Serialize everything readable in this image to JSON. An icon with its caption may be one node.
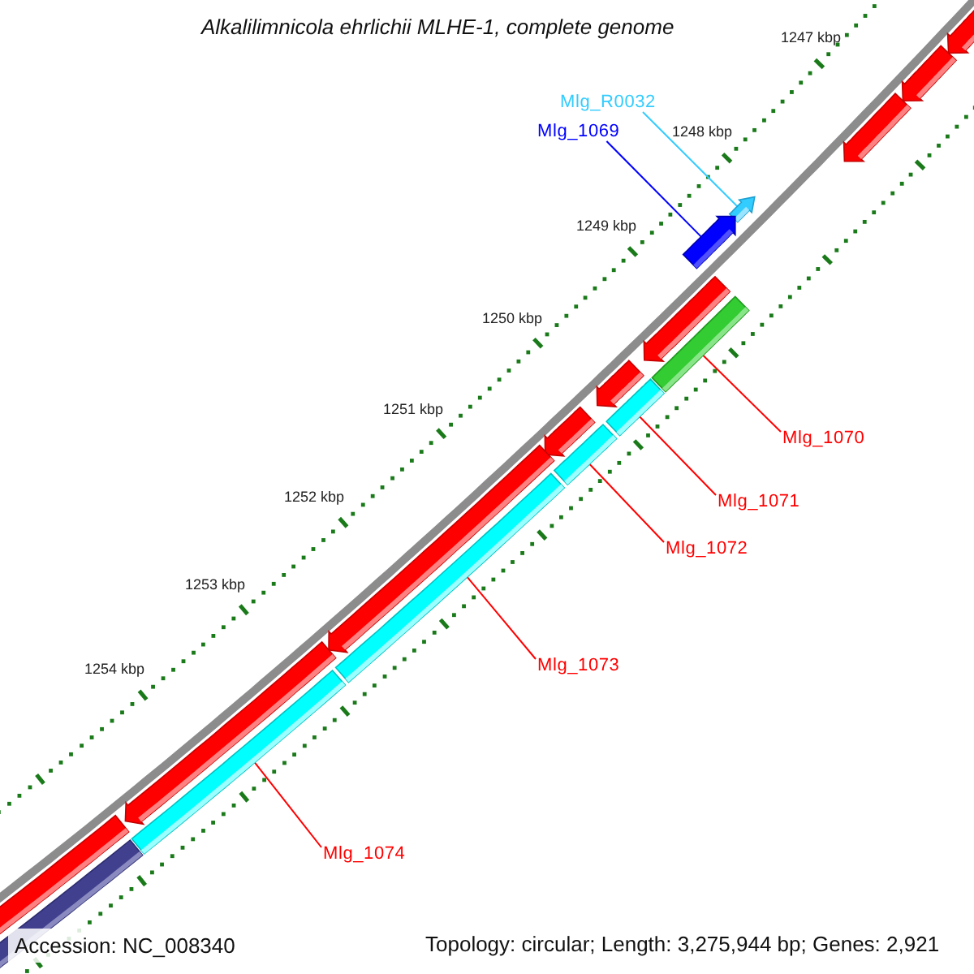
{
  "diagram": {
    "title": "Alkalilimnicola ehrlichii MLHE-1, complete genome",
    "nodes": [
      {
        "text": [
          "Mlg_R0032"
        ]
      },
      {
        "text": [
          "Mlg_1069"
        ]
      },
      {
        "text": [
          "Mlg_1070"
        ]
      },
      {
        "text": [
          "Mlg_1071"
        ]
      },
      {
        "text": [
          "Mlg_1072"
        ]
      },
      {
        "text": [
          "Mlg_1073"
        ]
      },
      {
        "text": [
          "Mlg_1074"
        ]
      },
      {
        "text": [],
        "shape": "arrow"
      },
      {
        "text": [],
        "shape": "arrow"
      },
      {
        "text": [],
        "shape": "bar"
      },
      {
        "text": [],
        "shape": "bar"
      },
      {
        "text": [],
        "shape": "bar"
      },
      {
        "text": [],
        "shape": "bar"
      },
      {
        "text": [],
        "shape": "bar"
      }
    ],
    "edges": [
      {
        "from": 0,
        "to": 7,
        "arrow": "none",
        "color": "#33ccff"
      },
      {
        "from": 1,
        "to": 8,
        "arrow": "none",
        "color": "#0000ff"
      },
      {
        "from": 2,
        "to": 9,
        "arrow": "none"
      },
      {
        "from": 3,
        "to": 10,
        "arrow": "none"
      },
      {
        "from": 4,
        "to": 11,
        "arrow": "none"
      },
      {
        "from": 5,
        "to": 12,
        "arrow": "none"
      },
      {
        "from": 6,
        "to": 13,
        "arrow": "none"
      }
    ],
    "labels": [
      "1247 kbp",
      "1248 kbp",
      "1249 kbp",
      "1250 kbp",
      "1251 kbp",
      "1252 kbp",
      "1253 kbp",
      "1254 kbp",
      "Accession: NC_008340",
      "Topology: circular; Length: 3,275,944 bp; Genes: 2,921"
    ]
  }
}
